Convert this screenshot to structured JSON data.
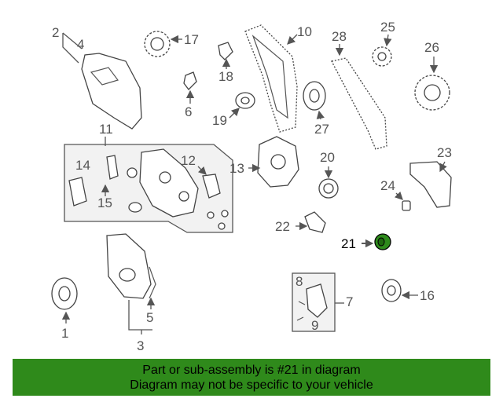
{
  "diagram": {
    "highlight_color": "#2e8b1c",
    "callouts": [
      "1",
      "2",
      "3",
      "4",
      "5",
      "6",
      "7",
      "8",
      "9",
      "10",
      "11",
      "12",
      "13",
      "14",
      "15",
      "16",
      "17",
      "18",
      "19",
      "20",
      "21",
      "22",
      "23",
      "24",
      "25",
      "26",
      "27",
      "28"
    ]
  },
  "banner": {
    "line1": "Part or sub-assembly is #21 in diagram",
    "line2": "Diagram may not be specific to your vehicle",
    "background": "#2f8a1b"
  }
}
